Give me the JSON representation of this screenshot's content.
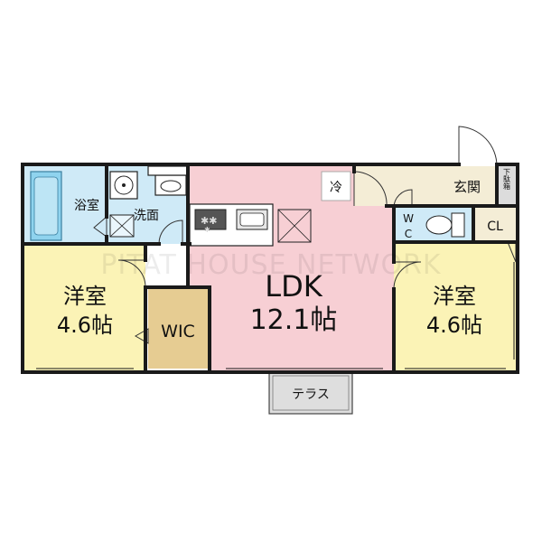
{
  "floorplan": {
    "watermark": "PITAT HOUSE NETWORK",
    "rooms": {
      "western_left": {
        "name": "洋室",
        "size": "4.6帖"
      },
      "western_right": {
        "name": "洋室",
        "size": "4.6帖"
      },
      "ldk": {
        "name": "LDK",
        "size": "12.1帖"
      },
      "wic": "WIC",
      "bath": "浴室",
      "washroom": "洗面",
      "fridge": "冷",
      "entrance": "玄関",
      "shoe_box": "下駄箱",
      "toilet_w": "W",
      "toilet_c": "C",
      "closet": "CL",
      "terrace": "テラス"
    },
    "colors": {
      "ldk": "#f7cfd4",
      "western": "#fbf3b6",
      "wic": "#e6cc92",
      "wet": "#cfeaf7",
      "entrance": "#f4edd6",
      "shoe": "#dcdcdc",
      "wall": "#1a1a1a"
    }
  }
}
